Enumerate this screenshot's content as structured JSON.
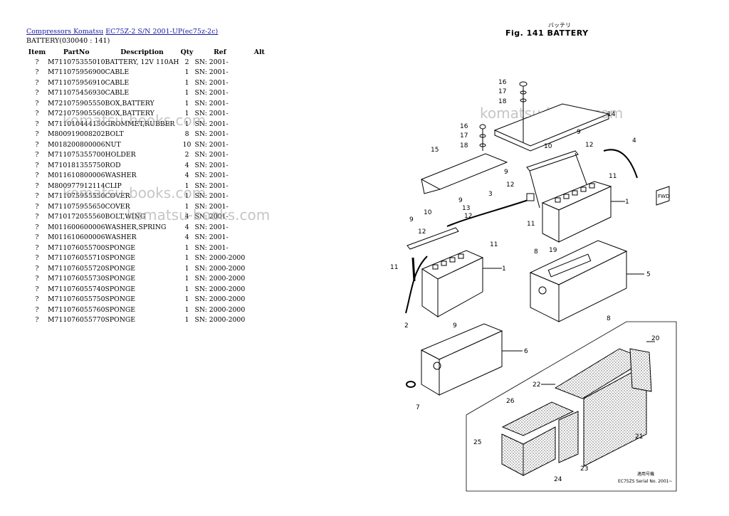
{
  "breadcrumb": {
    "link1": "Compressors Komatsu",
    "link2": "EC75Z-2 S/N 2001-UP(ec75z-2c)"
  },
  "subtitle": "BATTERY(030040 : 141)",
  "table": {
    "headers": [
      "Item",
      "PartNo",
      "Description",
      "Qty",
      "Ref",
      "Alt"
    ],
    "rows": [
      [
        "?",
        "M711075355010",
        "BATTERY, 12V 110AH",
        "2",
        "SN: 2001-",
        ""
      ],
      [
        "?",
        "M711075956900",
        "CABLE",
        "1",
        "SN: 2001-",
        ""
      ],
      [
        "?",
        "M711075956910",
        "CABLE",
        "1",
        "SN: 2001-",
        ""
      ],
      [
        "?",
        "M711075456930",
        "CABLE",
        "1",
        "SN: 2001-",
        ""
      ],
      [
        "?",
        "M721075905550",
        "BOX,BATTERY",
        "1",
        "SN: 2001-",
        ""
      ],
      [
        "?",
        "M721075905560",
        "BOX,BATTERY",
        "1",
        "SN: 2001-",
        ""
      ],
      [
        "?",
        "M711010444150",
        "GROMMET,RUBBER",
        "1",
        "SN: 2001-",
        ""
      ],
      [
        "?",
        "M800919008202",
        "BOLT",
        "8",
        "SN: 2001-",
        ""
      ],
      [
        "?",
        "M018200800006",
        "NUT",
        "10",
        "SN: 2001-",
        ""
      ],
      [
        "?",
        "M711075355700",
        "HOLDER",
        "2",
        "SN: 2001-",
        ""
      ],
      [
        "?",
        "M710181355750",
        "ROD",
        "4",
        "SN: 2001-",
        ""
      ],
      [
        "?",
        "M011610800006",
        "WASHER",
        "4",
        "SN: 2001-",
        ""
      ],
      [
        "?",
        "M800977912114",
        "CLIP",
        "1",
        "SN: 2001-",
        ""
      ],
      [
        "?",
        "M711075955550",
        "COVER",
        "1",
        "SN: 2001-",
        ""
      ],
      [
        "?",
        "M711075955650",
        "COVER",
        "1",
        "SN: 2001-",
        ""
      ],
      [
        "?",
        "M710172055560",
        "BOLT,WING",
        "4",
        "SN: 2001-",
        ""
      ],
      [
        "?",
        "M011600600006",
        "WASHER,SPRING",
        "4",
        "SN: 2001-",
        ""
      ],
      [
        "?",
        "M011610600006",
        "WASHER",
        "4",
        "SN: 2001-",
        ""
      ],
      [
        "?",
        "M711076055700",
        "SPONGE",
        "1",
        "SN: 2001-",
        ""
      ],
      [
        "?",
        "M711076055710",
        "SPONGE",
        "1",
        "SN: 2000-2000",
        ""
      ],
      [
        "?",
        "M711076055720",
        "SPONGE",
        "1",
        "SN: 2000-2000",
        ""
      ],
      [
        "?",
        "M711076055730",
        "SPONGE",
        "1",
        "SN: 2000-2000",
        ""
      ],
      [
        "?",
        "M711076055740",
        "SPONGE",
        "1",
        "SN: 2000-2000",
        ""
      ],
      [
        "?",
        "M711076055750",
        "SPONGE",
        "1",
        "SN: 2000-2000",
        ""
      ],
      [
        "?",
        "M711076055760",
        "SPONGE",
        "1",
        "SN: 2000-2000",
        ""
      ],
      [
        "?",
        "M711076055770",
        "SPONGE",
        "1",
        "SN: 2000-2000",
        ""
      ]
    ]
  },
  "watermark": "komatsu-books.com",
  "figure": {
    "title": "Fig. 141   BATTERY",
    "kana": "バッテリ",
    "fwd_label": "FWD",
    "note_line1": "適用号機",
    "note_line2": "EC75ZS  Serial No. 2001~",
    "callouts": [
      "1",
      "2",
      "3",
      "4",
      "5",
      "6",
      "7",
      "8",
      "9",
      "10",
      "11",
      "12",
      "13",
      "14",
      "15",
      "16",
      "17",
      "18",
      "19",
      "20",
      "21",
      "22",
      "23",
      "24",
      "25",
      "26"
    ]
  }
}
